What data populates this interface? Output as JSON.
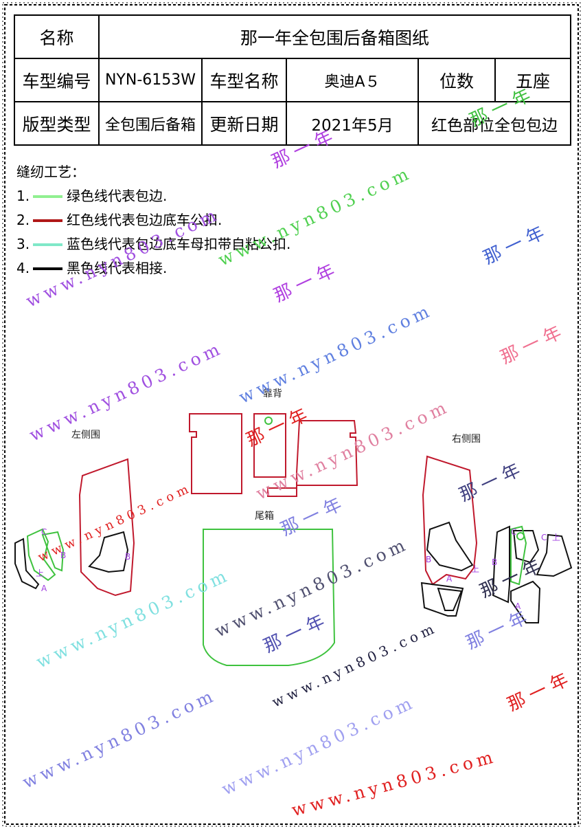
{
  "header": {
    "name_label": "名称",
    "name_value": "那一年全包围后备箱图纸",
    "model_no_label": "车型编号",
    "model_no_value": "NYN-6153W",
    "model_name_label": "车型名称",
    "model_name_value": "奥迪A５",
    "seats_label": "位数",
    "seats_value": "五座",
    "pattern_label": "版型类型",
    "pattern_value": "全包围后备箱",
    "date_label": "更新日期",
    "date_value": "2021年5月",
    "note": "红色部位全包包边"
  },
  "legend": {
    "title": "缝纫工艺：",
    "items": [
      {
        "num": "1.",
        "color": "#90f090",
        "text": "绿色线代表包边."
      },
      {
        "num": "2.",
        "color": "#b01818",
        "text": "红色线代表包边底车公扣."
      },
      {
        "num": "3.",
        "color": "#80e8c8",
        "text": "蓝色线代表包边底车母扣带自粘公扣."
      },
      {
        "num": "4.",
        "color": "#000000",
        "text": "黑色线代表相接."
      }
    ]
  },
  "parts": {
    "backrest_label": "靠背",
    "left_side_label": "左侧围",
    "right_side_label": "右侧围",
    "trunk_label": "尾箱",
    "marks": [
      "C",
      "B",
      "A",
      "上",
      "B",
      "B",
      "A",
      "上",
      "C",
      "B",
      "A",
      "C",
      "上"
    ]
  },
  "colors": {
    "green": "#3ec23e",
    "red": "#c0182c",
    "black": "#111111",
    "purple": "#a040e0"
  },
  "watermarks": {
    "url": "www.nyn803.com",
    "brand": "那一年"
  }
}
